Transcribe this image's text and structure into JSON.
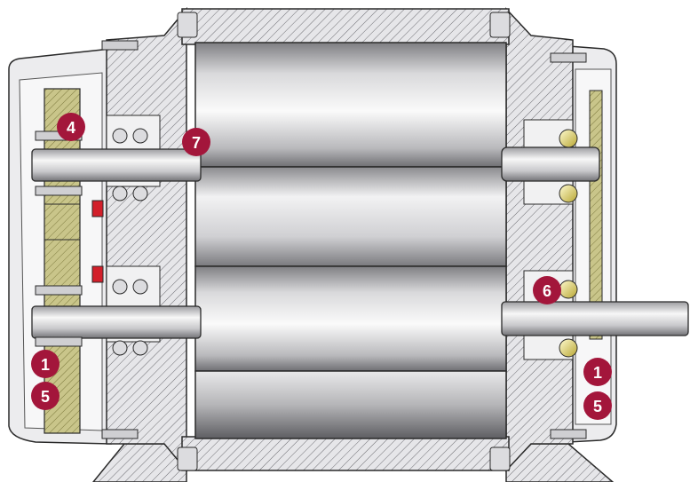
{
  "colors": {
    "badge": "#a3163b",
    "badge_text": "#ffffff",
    "housing": "#e4e4e7",
    "hatch": "#6d6d72",
    "rotor_light": "#f4f4f4",
    "rotor_dark": "#8e8e92",
    "gear": "#c9c58a",
    "gear_dark": "#7d7a3e",
    "seal_red": "#d21f2a",
    "outline": "#2a2a2a"
  },
  "callouts": [
    {
      "id": "c4",
      "label": "4"
    },
    {
      "id": "c7",
      "label": "7"
    },
    {
      "id": "c1-left",
      "label": "1"
    },
    {
      "id": "c5-left",
      "label": "5"
    },
    {
      "id": "c6",
      "label": "6"
    },
    {
      "id": "c1-right",
      "label": "1"
    },
    {
      "id": "c5-right",
      "label": "5"
    }
  ]
}
